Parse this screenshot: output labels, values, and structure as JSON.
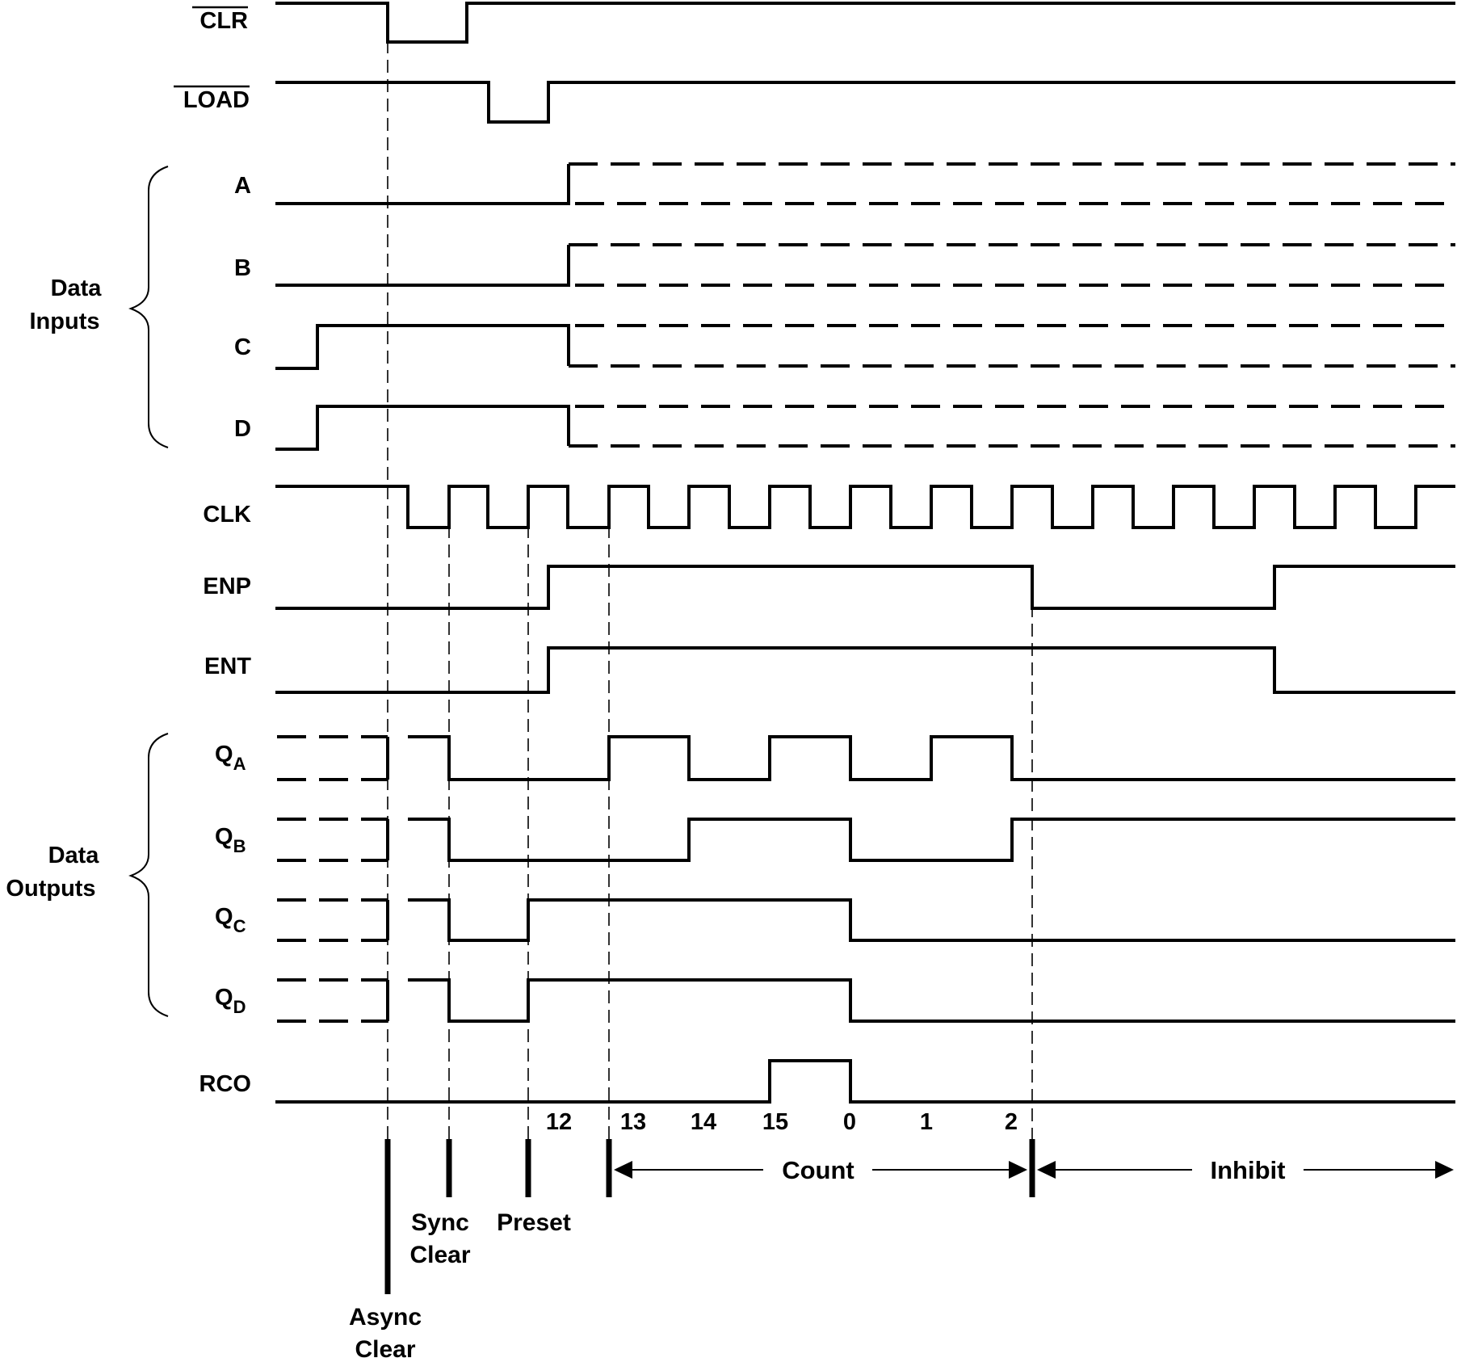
{
  "signals": {
    "clr": "CLR",
    "load": "LOAD",
    "a": "A",
    "b": "B",
    "c": "C",
    "d": "D",
    "clk": "CLK",
    "enp": "ENP",
    "ent": "ENT",
    "q": "Q",
    "qa_sub": "A",
    "qb_sub": "B",
    "qc_sub": "C",
    "qd_sub": "D",
    "rco": "RCO"
  },
  "groups": {
    "inputs_line1": "Data",
    "inputs_line2": "Inputs",
    "outputs_line1": "Data",
    "outputs_line2": "Outputs"
  },
  "counts": [
    "12",
    "13",
    "14",
    "15",
    "0",
    "1",
    "2"
  ],
  "events": {
    "async_line1": "Async",
    "async_line2": "Clear",
    "sync_line1": "Sync",
    "sync_line2": "Clear",
    "preset": "Preset"
  },
  "modes": {
    "count": "Count",
    "inhibit": "Inhibit"
  }
}
